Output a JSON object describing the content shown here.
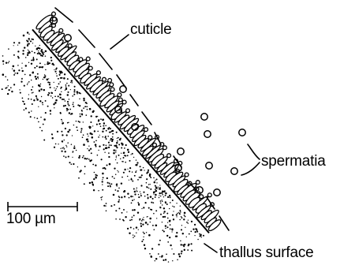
{
  "labels": {
    "cuticle": "cuticle",
    "spermatia": "spermatia",
    "scale_bar": "100 µm",
    "thallus_surface": "thallus surface"
  }
}
